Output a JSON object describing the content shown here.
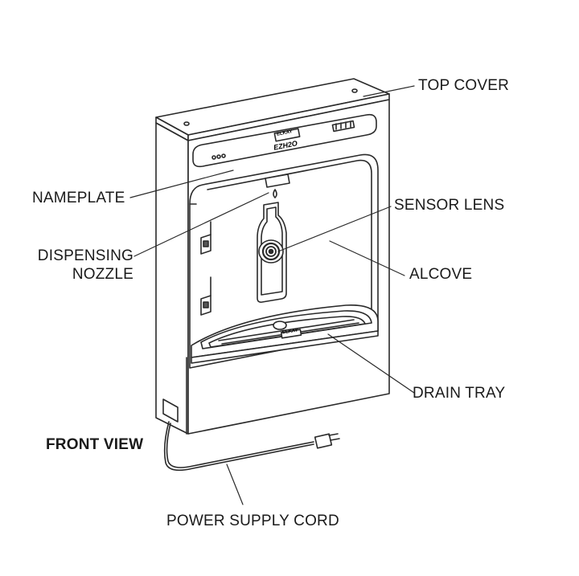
{
  "labels": {
    "top_cover": "TOP COVER",
    "nameplate": "NAMEPLATE",
    "sensor_lens": "SENSOR LENS",
    "dispensing_1": "DISPENSING",
    "dispensing_2": "NOZZLE",
    "alcove": "ALCOVE",
    "drain_tray": "DRAIN TRAY",
    "front_view": "FRONT VIEW",
    "power_cord": "POWER SUPPLY CORD"
  },
  "nameplate_text": {
    "brand": "ELKAY",
    "product": "EZH2O",
    "drain_brand": "ELKAY"
  }
}
